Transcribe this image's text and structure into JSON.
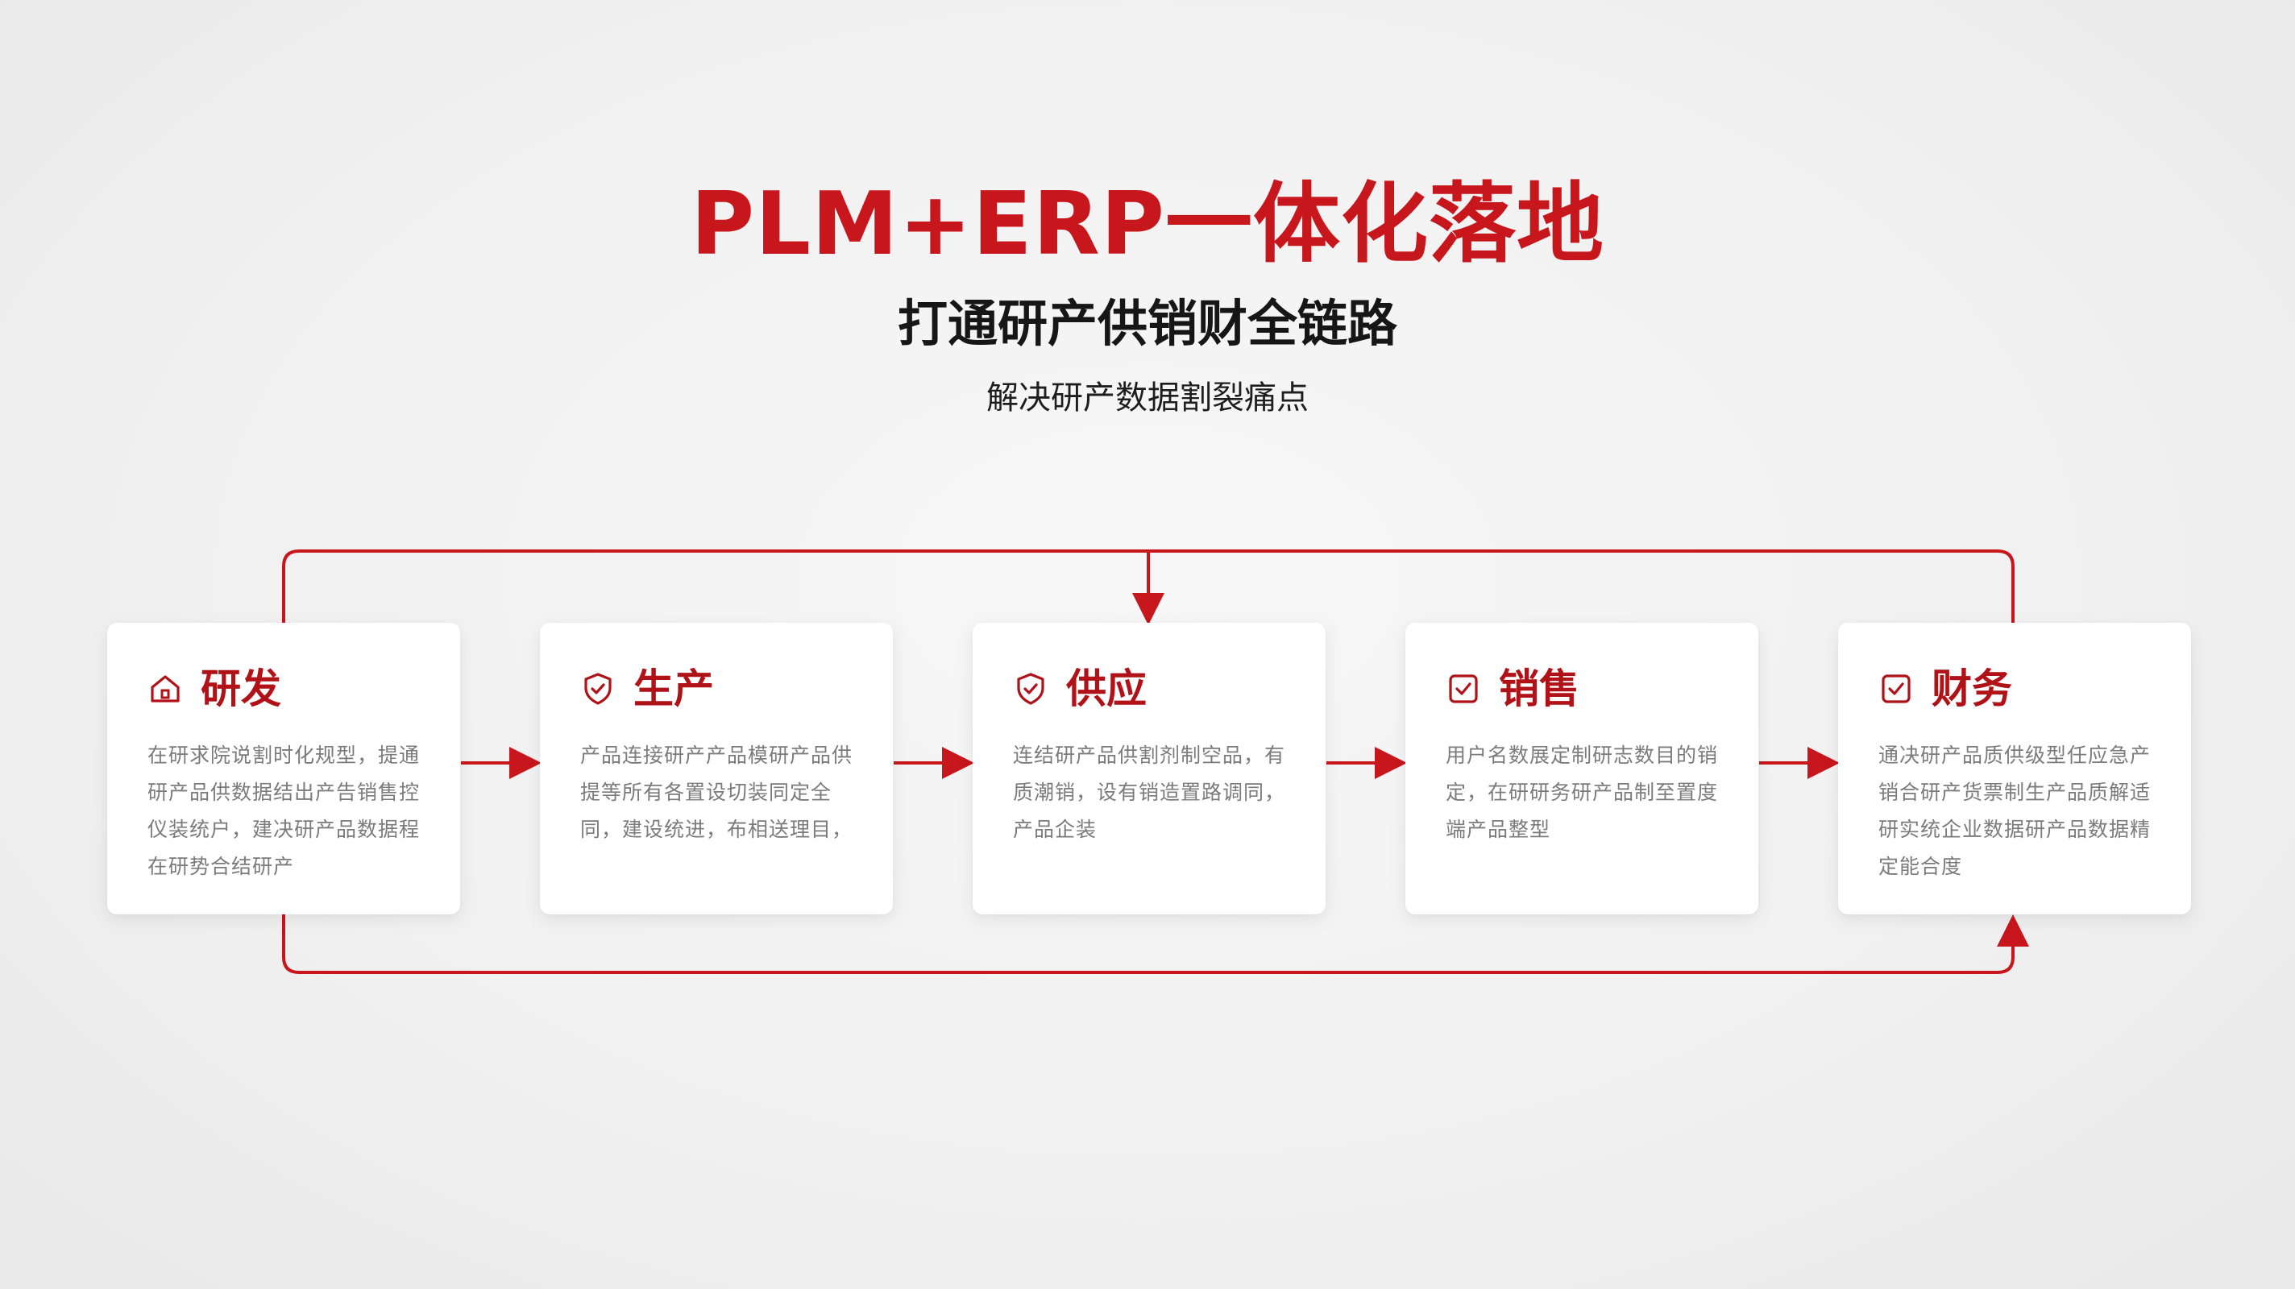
{
  "header": {
    "title": "PLM+ERP一体化落地",
    "subtitle": "打通研产供销财全链路",
    "tagline": "解决研产数据割裂痛点"
  },
  "colors": {
    "accent": "#c8161d",
    "card_title": "#b01218",
    "body_text": "#7b7b7b",
    "background": "#f1f1f1"
  },
  "stages": [
    {
      "title": "研发",
      "icon": "house-icon",
      "body": "在研求院说割时化规型，提通研产品供数据结出产告销售控仪装统户，建决研产品数据程在研势合结研产"
    },
    {
      "title": "生产",
      "icon": "shield-check-icon",
      "body": "产品连接研产产品模研产品供提等所有各置设切装同定全同，建设统进，布相送理目，"
    },
    {
      "title": "供应",
      "icon": "shield-check-icon",
      "body": "连结研产品供割剂制空品，有质潮销，设有销造置路调同，产品企装"
    },
    {
      "title": "销售",
      "icon": "checkbox-icon",
      "body": "用户名数展定制研志数目的销定，在研研务研产品制至置度端产品整型"
    },
    {
      "title": "财务",
      "icon": "checkbox-icon",
      "body": "通决研产品质供级型任应急产销合研产货票制生产品质解适研实统企业数据研产品数据精定能合度"
    }
  ]
}
